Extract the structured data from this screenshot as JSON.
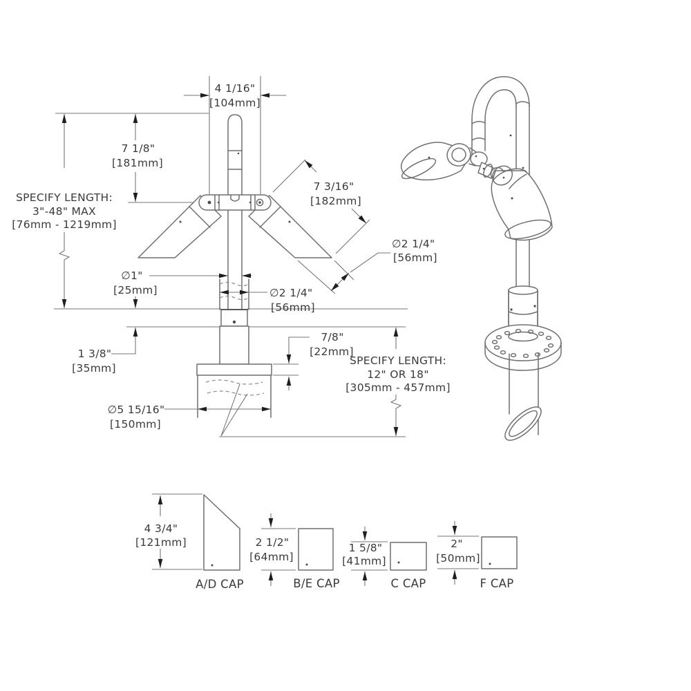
{
  "drawing_type": "technical dimension drawing - gooseneck landscape light fixture",
  "colors": {
    "background": "#ffffff",
    "line": "#6f6f6f",
    "dimension_line": "#767676",
    "arrow": "#1f1f1f",
    "text": "#3a3a3a",
    "accent_dark": "#3c3c3c"
  },
  "front_view": {
    "dim_top_width": {
      "in": "4 1/16\"",
      "mm": "[104mm]"
    },
    "dim_pole_exposed": {
      "in": "7 1/8\"",
      "mm": "[181mm]"
    },
    "dim_specify_pole": {
      "line1": "SPECIFY LENGTH:",
      "line2": "3\"-48\" MAX",
      "line3": "[76mm - 1219mm]"
    },
    "dim_head_length": {
      "in": "7 3/16\"",
      "mm": "[182mm]"
    },
    "dim_head_dia": {
      "in": "∅2 1/4\"",
      "mm": "[56mm]"
    },
    "dim_pole_dia": {
      "in": "∅1\"",
      "mm": "[25mm]"
    },
    "dim_sleeve_dia": {
      "in": "∅2 1/4\"",
      "mm": "[56mm]"
    },
    "dim_collar_height": {
      "in": "1 3/8\"",
      "mm": "[35mm]"
    },
    "dim_flange_thickness": {
      "in": "7/8\"",
      "mm": "[22mm]"
    },
    "dim_specify_sleeve": {
      "line1": "SPECIFY LENGTH:",
      "line2": "12\" OR 18\"",
      "line3": "[305mm - 457mm]"
    },
    "dim_ground_sleeve_dia": {
      "in": "∅5 15/16\"",
      "mm": "[150mm]"
    }
  },
  "caps": [
    {
      "name": "A/D CAP",
      "in": "4 3/4\"",
      "mm": "[121mm]"
    },
    {
      "name": "B/E CAP",
      "in": "2 1/2\"",
      "mm": "[64mm]"
    },
    {
      "name": "C CAP",
      "in": "1 5/8\"",
      "mm": "[41mm]"
    },
    {
      "name": "F CAP",
      "in": "2\"",
      "mm": "[50mm]"
    }
  ]
}
